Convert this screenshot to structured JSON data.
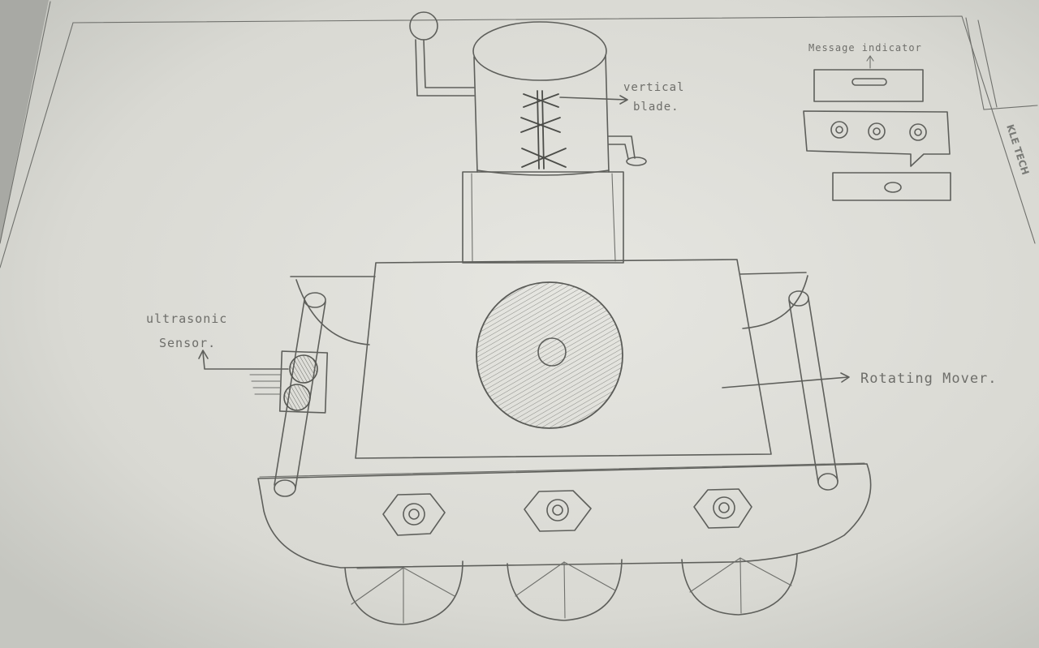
{
  "labels": {
    "vertical_blade": [
      "vertical",
      "blade."
    ],
    "message_indicator": "Message indicator",
    "ultrasonic_sensor": [
      "ultrasonic",
      "Sensor."
    ],
    "rotating_mover": "Rotating Mover."
  },
  "margin_text": "KLE TECH"
}
